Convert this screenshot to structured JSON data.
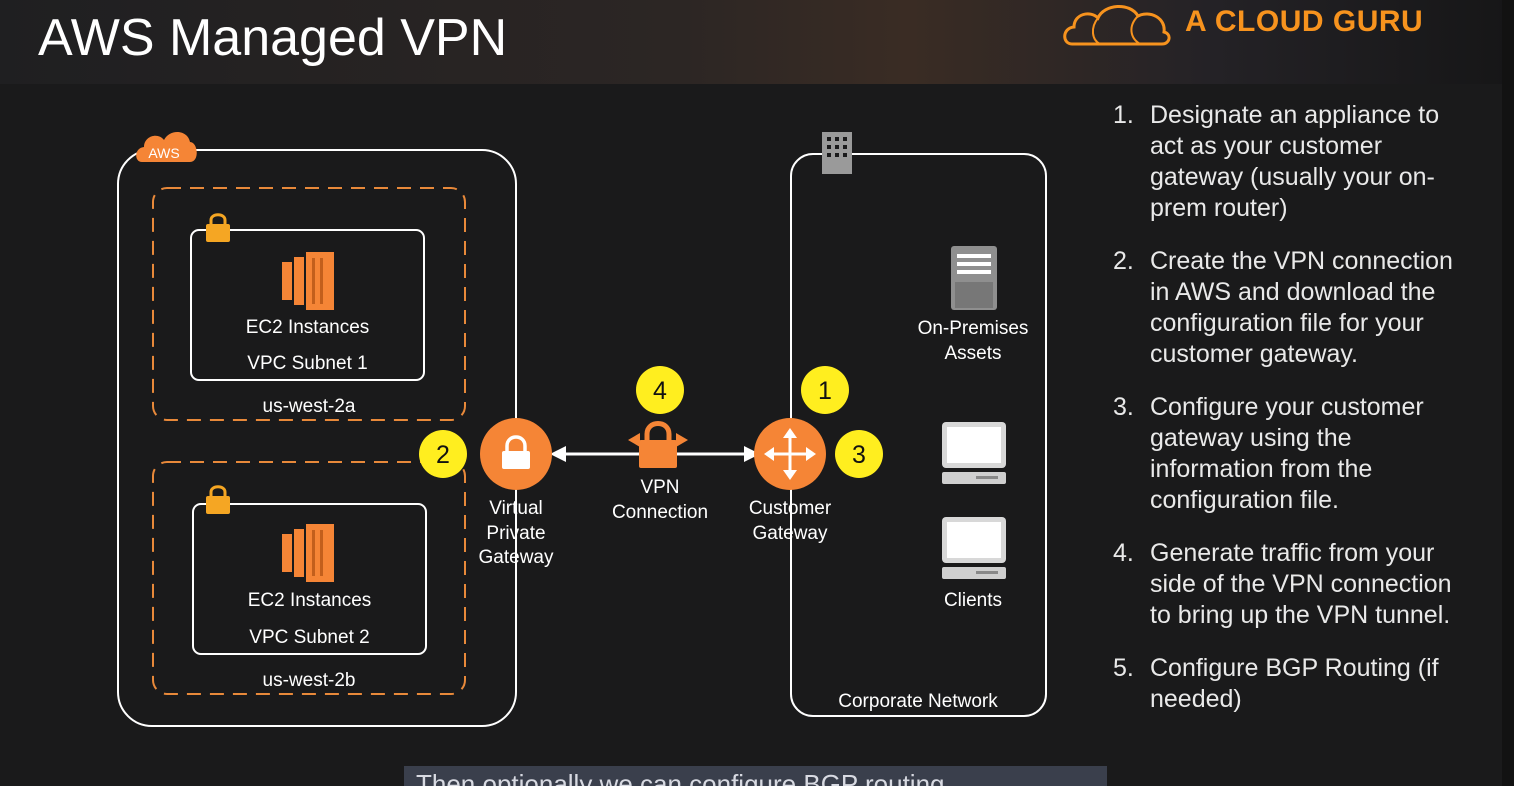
{
  "slide": {
    "title": "AWS Managed VPN",
    "brand": "A CLOUD GURU"
  },
  "diagram": {
    "aws_badge": "AWS",
    "subnets": [
      {
        "instances_label": "EC2 Instances",
        "subnet_label": "VPC Subnet 1",
        "az_label": "us-west-2a"
      },
      {
        "instances_label": "EC2 Instances",
        "subnet_label": "VPC Subnet 2",
        "az_label": "us-west-2b"
      }
    ],
    "virtual_private_gateway": {
      "line1": "Virtual",
      "line2": "Private",
      "line3": "Gateway"
    },
    "vpn_connection": {
      "line1": "VPN",
      "line2": "Connection"
    },
    "customer_gateway": {
      "line1": "Customer",
      "line2": "Gateway"
    },
    "on_premises": {
      "line1": "On-Premises",
      "line2": "Assets"
    },
    "clients_label": "Clients",
    "corporate_network_label": "Corporate Network",
    "markers": [
      "1",
      "2",
      "3",
      "4"
    ]
  },
  "steps": [
    {
      "num": "1.",
      "text": "Designate an appliance to act as your customer gateway (usually your on-prem router)"
    },
    {
      "num": "2.",
      "text": "Create the VPN connection in AWS and download the configuration file for your customer gateway."
    },
    {
      "num": "3.",
      "text": "Configure your customer gateway using the information from the configuration file."
    },
    {
      "num": "4.",
      "text": "Generate traffic from your side of the VPN connection to bring up the VPN tunnel."
    },
    {
      "num": "5.",
      "text": "Configure BGP Routing (if needed)"
    }
  ],
  "caption": "Then optionally we can configure BGP routing",
  "colors": {
    "orange": "#f58536",
    "dashed": "#e8893a",
    "marker": "#ffee1f",
    "line": "#ffffff"
  }
}
